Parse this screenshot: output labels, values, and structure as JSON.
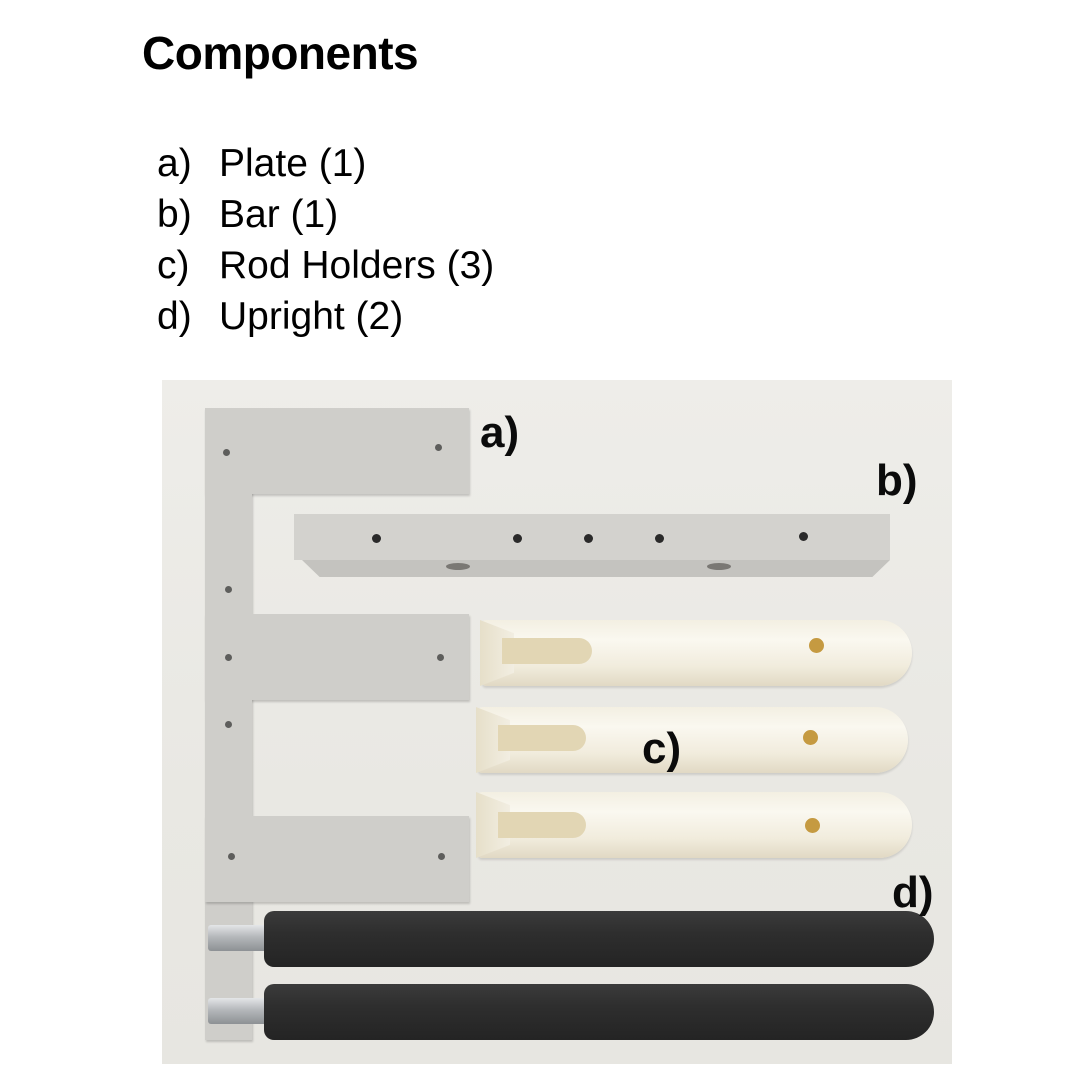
{
  "heading": "Components",
  "components": [
    {
      "marker": "a)",
      "label": "Plate (1)"
    },
    {
      "marker": "b)",
      "label": "Bar (1)"
    },
    {
      "marker": "c)",
      "label": "Rod Holders (3)"
    },
    {
      "marker": "d)",
      "label": "Upright (2)"
    }
  ],
  "photo": {
    "labels": {
      "a": "a)",
      "b": "b)",
      "c": "c)",
      "d": "d)"
    },
    "colors": {
      "background": "#ecebe7",
      "plate": "#cfceca",
      "bar": "#d3d2ce",
      "rod_holder": "#f3efe2",
      "rod_holder_hole": "#c59a41",
      "upright_foam": "#2e2e2e",
      "upright_tip": "#b5b8bb"
    }
  }
}
